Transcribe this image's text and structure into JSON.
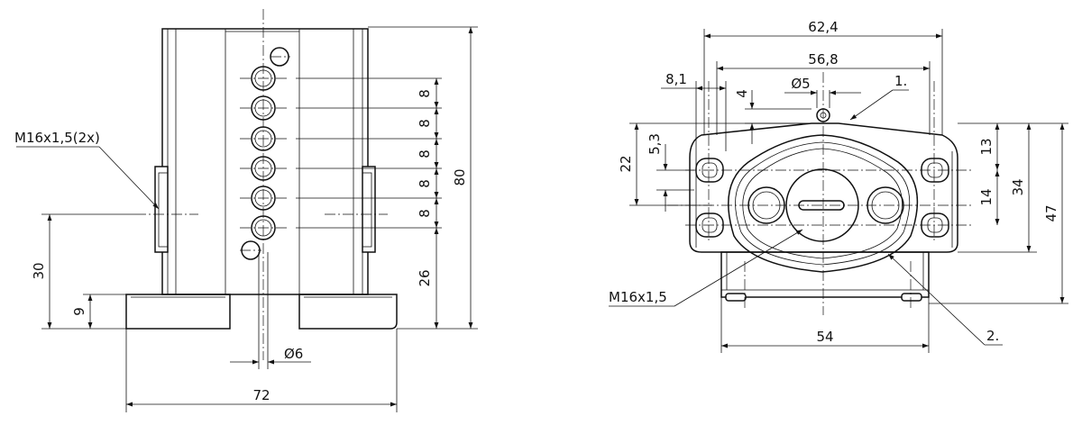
{
  "left_view": {
    "dimensions": {
      "overall_height": "80",
      "pitch_1": "8",
      "pitch_2": "8",
      "pitch_3": "8",
      "pitch_4": "8",
      "pitch_5": "8",
      "bottom_to_first": "26",
      "port_center_height": "30",
      "base_height": "9",
      "port_diameter": "Ø6",
      "base_width": "72"
    },
    "callouts": {
      "thread": "M16x1,5(2x)"
    }
  },
  "right_view": {
    "dimensions": {
      "width_outer": "62,4",
      "width_inner": "56,8",
      "offset_left": "8,1",
      "pin_diameter": "Ø5",
      "top_offset": "4",
      "left_height": "22",
      "left_small": "5,3",
      "right_top": "13",
      "right_mid": "14",
      "right_34": "34",
      "right_47": "47",
      "bottom_width": "54"
    },
    "callouts": {
      "item_1": "1.",
      "item_2": "2.",
      "thread": "M16x1,5"
    }
  }
}
